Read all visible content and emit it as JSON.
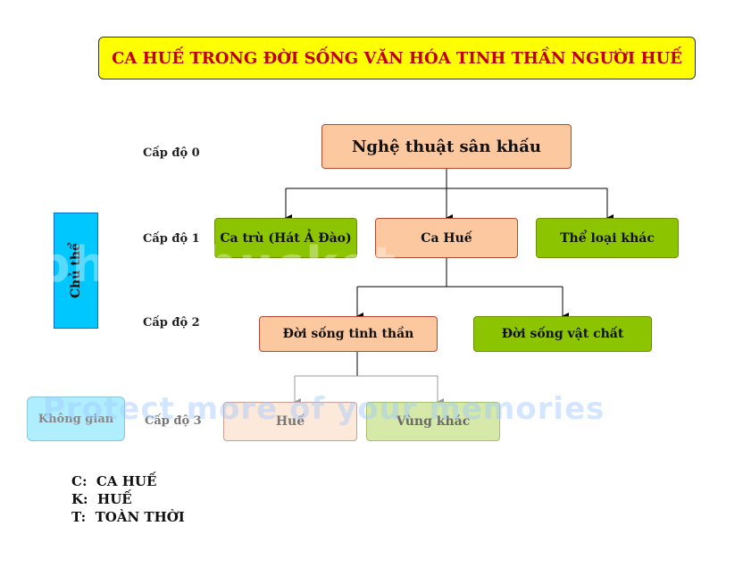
{
  "title": "CA HUẾ TRONG ĐỜI SỐNG VĂN HÓA TINH THẦN NGƯỜI HUẾ",
  "levels": [
    "Cấp độ 0",
    "Cấp độ 1",
    "Cấp độ 2",
    "Cấp độ 3"
  ],
  "nodes": {
    "root": "Nghệ thuật sân khấu",
    "ca_tru": "Ca trù (Hát Ả Đào)",
    "ca_hue": "Ca Huế",
    "the_loai_khac": "Thể loại khác",
    "doi_song_tinh_than": "Đời sống tinh thần",
    "doi_song_vat_chat": "Đời sống vật chất",
    "hue": "Huế",
    "vung_khac": "Vùng khác"
  },
  "side_labels": {
    "chu_the": "Chủ thể",
    "khong_gian": "Không gian"
  },
  "legend": [
    "C:  CA HUẾ",
    "K:  HUẾ",
    "T:  TOÀN THỜI"
  ],
  "watermark": {
    "line1": "photobucket",
    "line2": "Protect more of your memories"
  },
  "colors": {
    "title_bg": "#ffff00",
    "title_text": "#c00000",
    "peach": "#fbc89f",
    "green": "#8dc400",
    "cyan": "#00c8ff"
  }
}
